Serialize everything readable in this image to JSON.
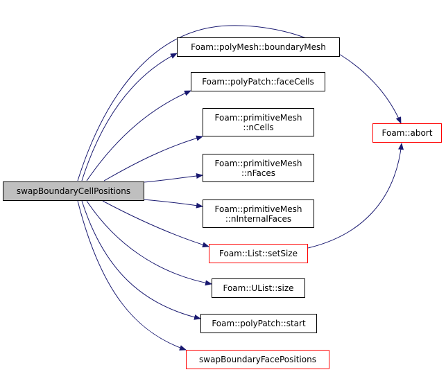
{
  "colors": {
    "edge": "#191970",
    "node_border": "#000000",
    "node_border_highlight": "#ff0000",
    "root_fill": "#bfbfbf"
  },
  "nodes": {
    "root": {
      "lines": [
        "swapBoundaryCellPositions"
      ]
    },
    "boundaryMesh": {
      "lines": [
        "Foam::polyMesh::boundaryMesh"
      ]
    },
    "faceCells": {
      "lines": [
        "Foam::polyPatch::faceCells"
      ]
    },
    "nCells": {
      "lines": [
        "Foam::primitiveMesh",
        "::nCells"
      ]
    },
    "nFaces": {
      "lines": [
        "Foam::primitiveMesh",
        "::nFaces"
      ]
    },
    "nInternalFaces": {
      "lines": [
        "Foam::primitiveMesh",
        "::nInternalFaces"
      ]
    },
    "setSize": {
      "lines": [
        "Foam::List::setSize"
      ]
    },
    "size": {
      "lines": [
        "Foam::UList::size"
      ]
    },
    "start": {
      "lines": [
        "Foam::polyPatch::start"
      ]
    },
    "swapBoundaryFacePositions": {
      "lines": [
        "swapBoundaryFacePositions"
      ]
    },
    "abort": {
      "lines": [
        "Foam::abort"
      ]
    }
  },
  "edges": [
    [
      "root",
      "abort"
    ],
    [
      "root",
      "boundaryMesh"
    ],
    [
      "root",
      "faceCells"
    ],
    [
      "root",
      "nCells"
    ],
    [
      "root",
      "nFaces"
    ],
    [
      "root",
      "nInternalFaces"
    ],
    [
      "root",
      "setSize"
    ],
    [
      "root",
      "size"
    ],
    [
      "root",
      "start"
    ],
    [
      "root",
      "swapBoundaryFacePositions"
    ],
    [
      "setSize",
      "abort"
    ]
  ]
}
